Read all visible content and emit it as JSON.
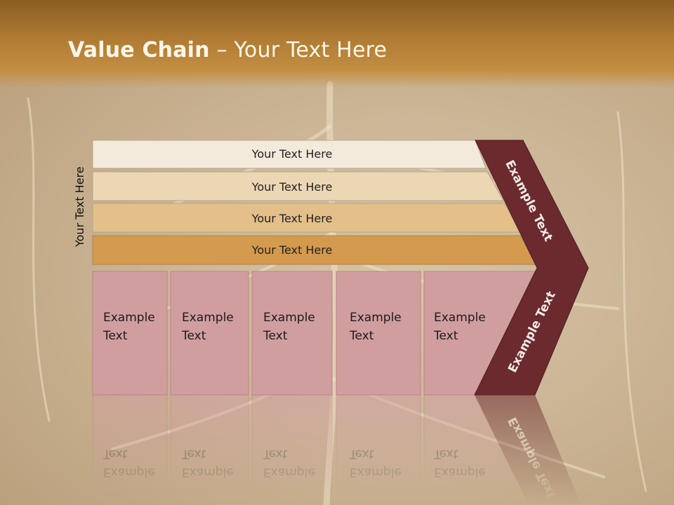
{
  "slide": {
    "title_bold": "Value Chain",
    "title_rest": " – Your Text Here",
    "side_label": "Your Text Here"
  },
  "bars": [
    {
      "label": "Your Text Here",
      "color": "#f3eadc"
    },
    {
      "label": "Your Text Here",
      "color": "#ecd7b5"
    },
    {
      "label": "Your Text Here",
      "color": "#e3bf8a"
    },
    {
      "label": "Your Text Here",
      "color": "#d49a4e"
    }
  ],
  "boxes": [
    {
      "line1": "Example",
      "line2": "Text"
    },
    {
      "line1": "Example",
      "line2": "Text"
    },
    {
      "line1": "Example",
      "line2": "Text"
    },
    {
      "line1": "Example",
      "line2": "Text"
    },
    {
      "line1": "Example",
      "line2": "Text"
    }
  ],
  "chevron": {
    "upper_label": "Example Text",
    "lower_label": "Example Text",
    "color": "#6b2a2e"
  },
  "colors": {
    "box_fill": "#d19ea0",
    "box_stroke": "#b88486",
    "title_text": "#fdf6e8"
  }
}
